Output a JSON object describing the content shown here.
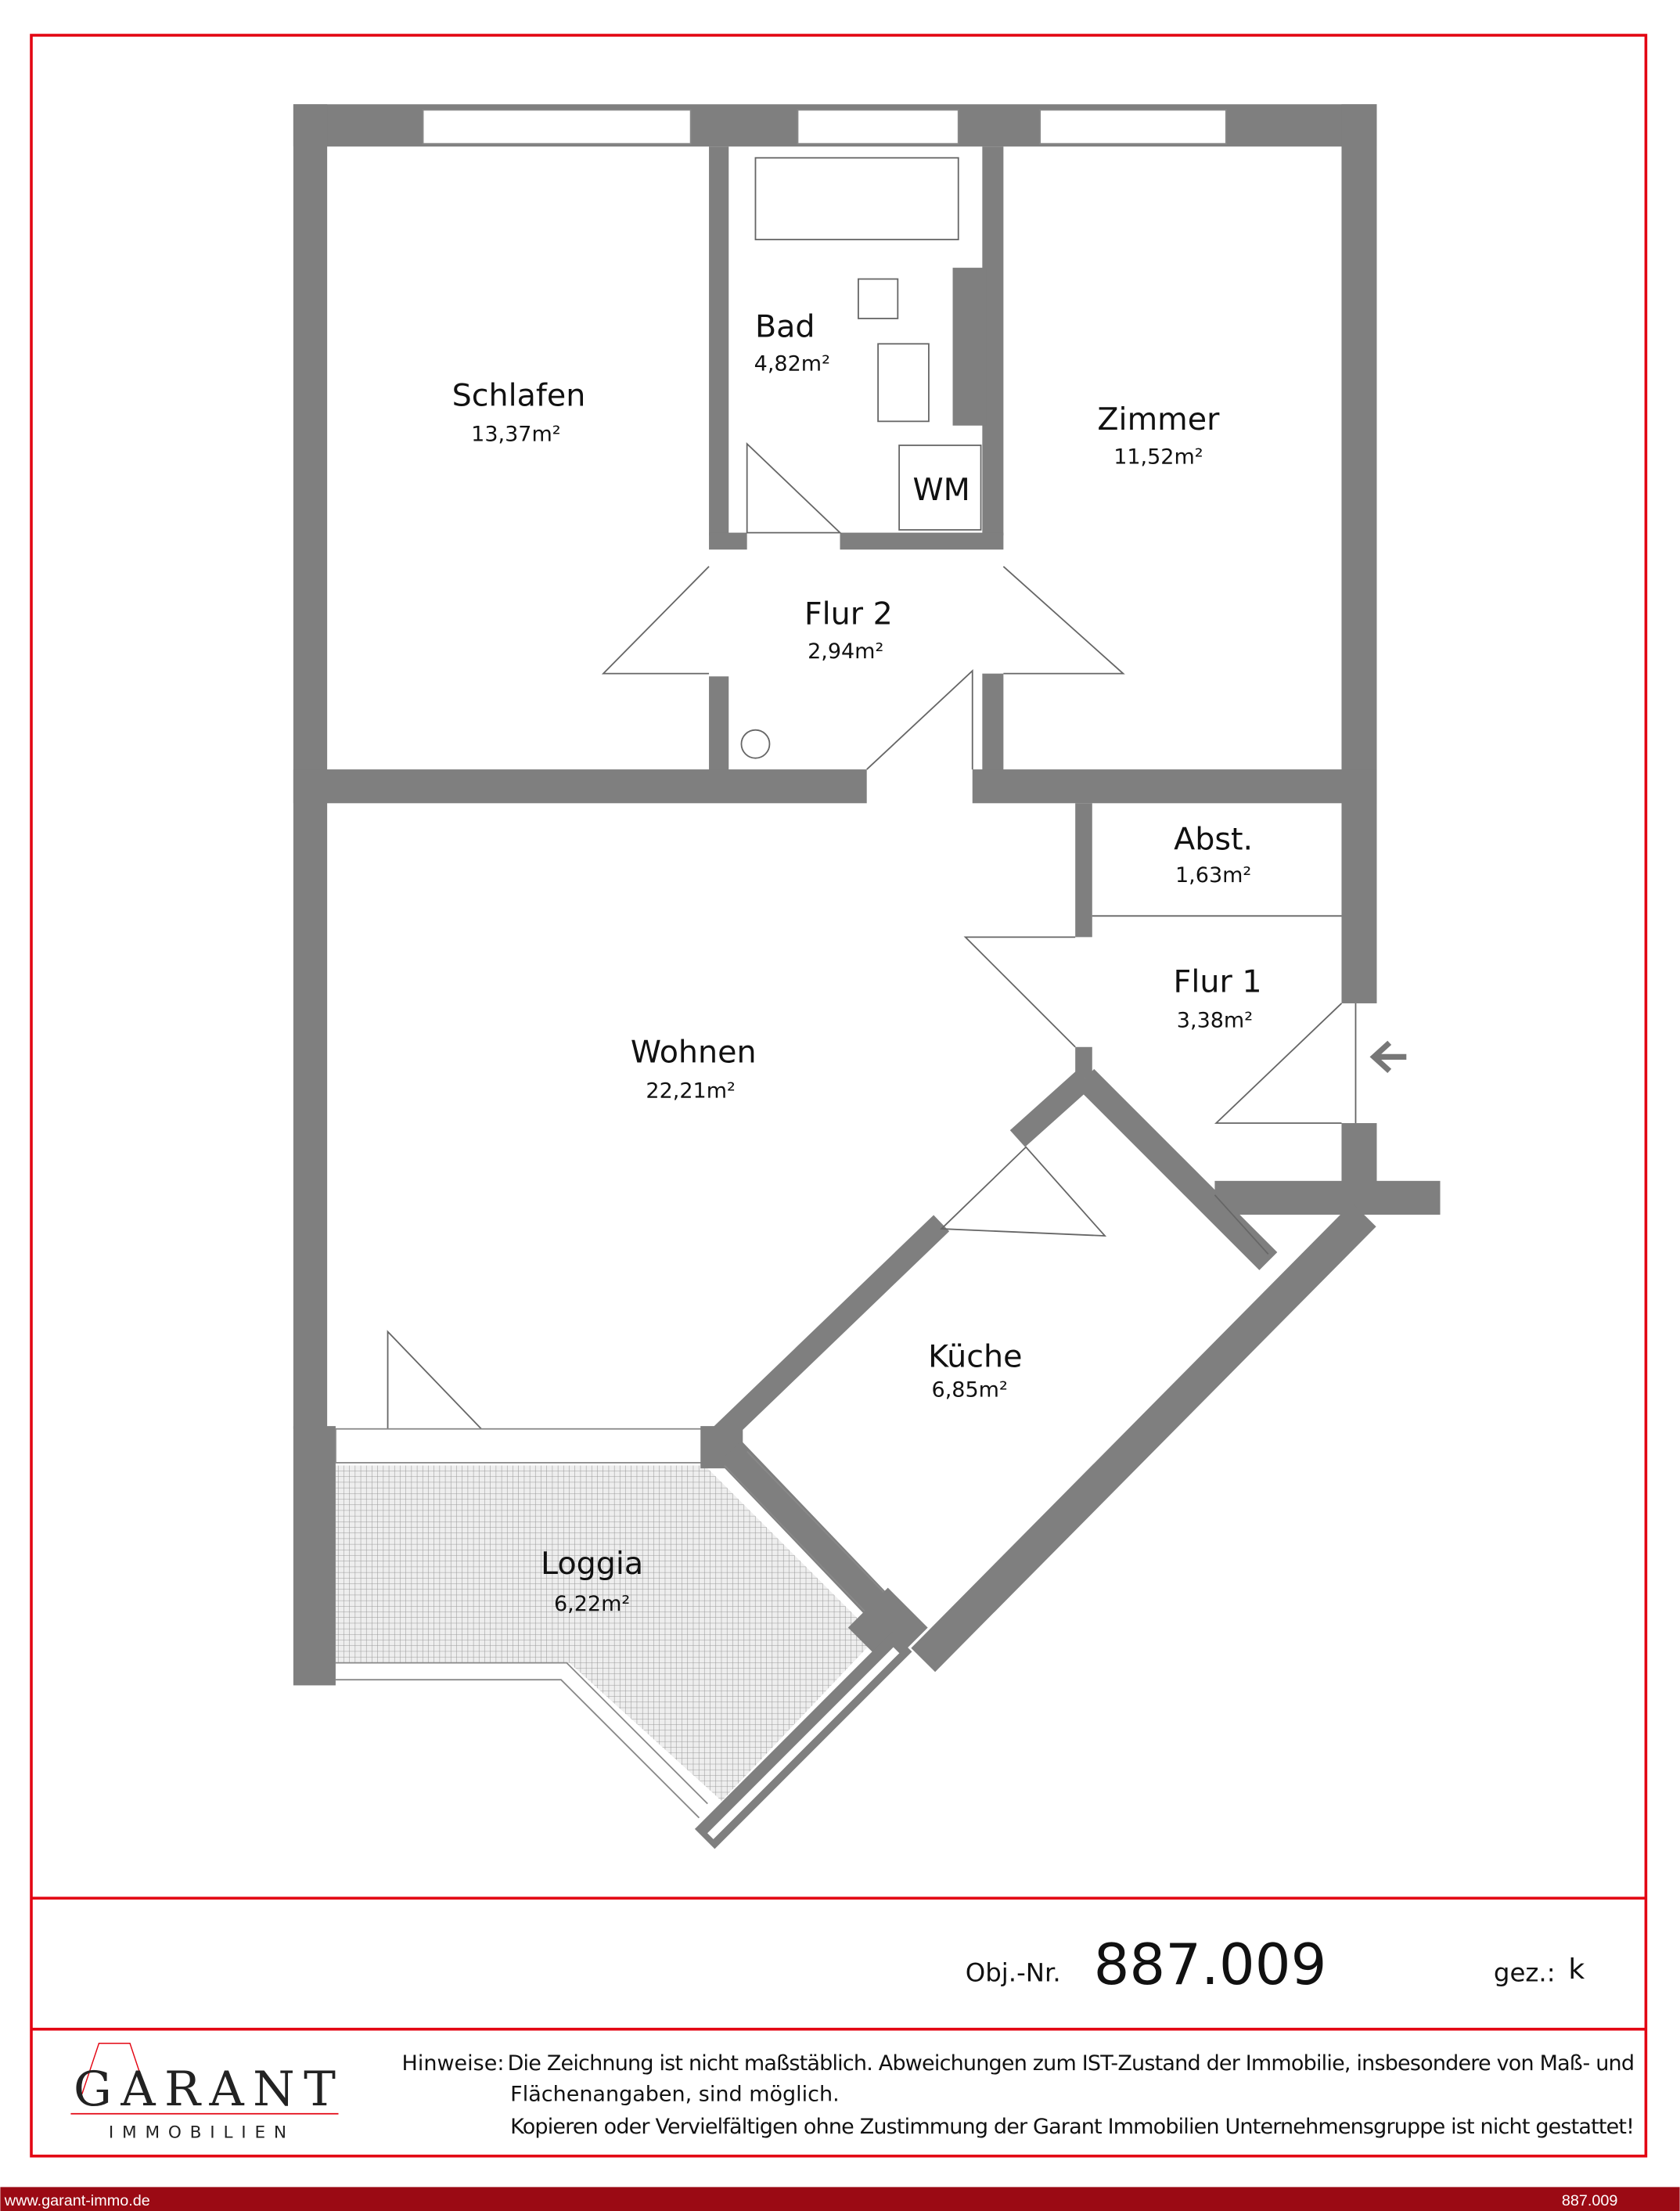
{
  "rooms": [
    {
      "name": "Schlafen",
      "area": "13,37m²"
    },
    {
      "name": "Bad",
      "area": "4,82m²"
    },
    {
      "name": "Zimmer",
      "area": "11,52m²"
    },
    {
      "name": "Flur 2",
      "area": "2,94m²"
    },
    {
      "name": "Abst.",
      "area": "1,63m²"
    },
    {
      "name": "Flur 1",
      "area": "3,38m²"
    },
    {
      "name": "Wohnen",
      "area": "22,21m²"
    },
    {
      "name": "Küche",
      "area": "6,85m²"
    },
    {
      "name": "Loggia",
      "area": "6,22m²"
    }
  ],
  "fixtures": {
    "washing_machine": "WM"
  },
  "object": {
    "label": "Obj.-Nr.",
    "number": "887.009",
    "drawn_by_label": "gez.:",
    "drawn_by": "k"
  },
  "logo": {
    "name": "GARANT",
    "sub": "IMMOBILIEN"
  },
  "notes": {
    "label": "Hinweise:",
    "line1": "Die Zeichnung ist nicht maßstäblich. Abweichungen zum IST-Zustand der Immobilie, insbesondere von Maß- und",
    "line2": "Flächenangaben, sind möglich.",
    "line3": "Kopieren oder Vervielfältigen ohne Zustimmung der Garant Immobilien Unternehmensgruppe ist nicht gestattet!"
  },
  "footer": {
    "url": "www.garant-immo.de",
    "number": "887.009"
  },
  "colors": {
    "wall": "#7f7f7f",
    "frame": "#e30613",
    "footer_bar": "#9b0a14"
  }
}
